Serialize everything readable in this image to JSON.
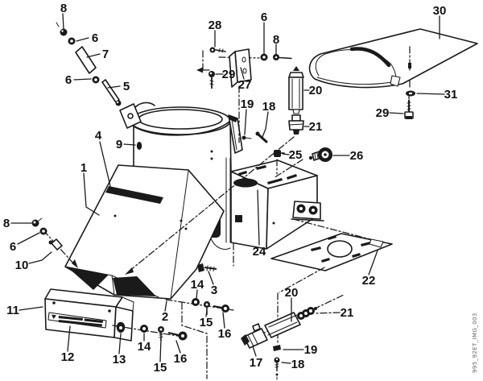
{
  "diagram": {
    "type": "exploded-parts-diagram",
    "background_color": "#ffffff",
    "line_color": "#1a1a1a",
    "watermark": "995_92ET_IMG_003",
    "unique_part_numbers": [
      "1",
      "2",
      "3",
      "4",
      "5",
      "6",
      "7",
      "8",
      "9",
      "10",
      "11",
      "12",
      "13",
      "14",
      "15",
      "16",
      "17",
      "18",
      "19",
      "20",
      "21",
      "22",
      "24",
      "25",
      "26",
      "27",
      "28",
      "29",
      "30",
      "31"
    ],
    "callouts": [
      "8",
      "6",
      "7",
      "6",
      "5",
      "9",
      "4",
      "1",
      "28",
      "6",
      "8",
      "29",
      "27",
      "19",
      "18",
      "20",
      "21",
      "25",
      "26",
      "30",
      "31",
      "29",
      "8",
      "6",
      "10",
      "11",
      "12",
      "13",
      "14",
      "15",
      "16",
      "2",
      "14",
      "3",
      "15",
      "16",
      "24",
      "22",
      "20",
      "21",
      "17",
      "19",
      "18"
    ]
  }
}
